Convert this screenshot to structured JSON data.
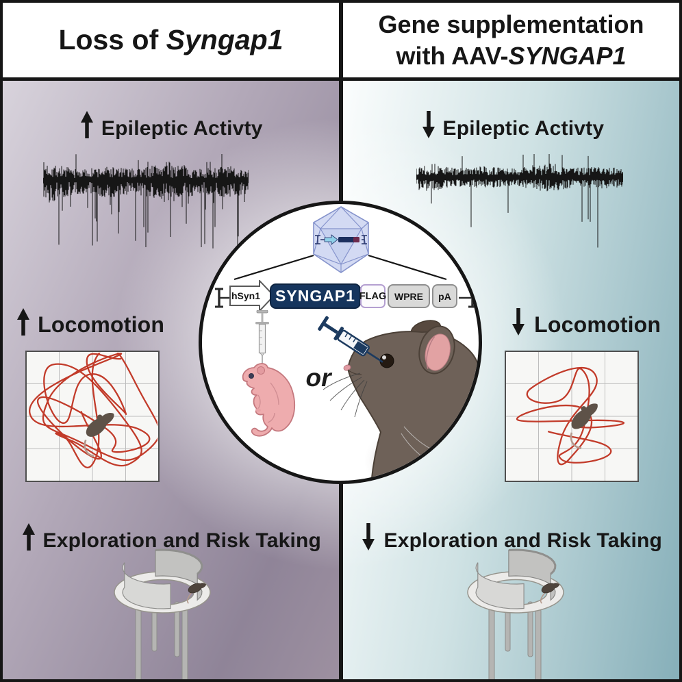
{
  "header": {
    "left": {
      "prefix": "Loss of ",
      "gene": "Syngap1"
    },
    "right": {
      "line1": "Gene supplementation",
      "line2_prefix": "with AAV-",
      "line2_gene": "SYNGAP1"
    }
  },
  "left_panel": {
    "epileptic": {
      "direction": "up",
      "label": "Epileptic Activty"
    },
    "locomotion": {
      "direction": "up",
      "label": "Locomotion"
    },
    "exploration": {
      "direction": "up",
      "label": "Exploration and Risk Taking"
    }
  },
  "right_panel": {
    "epileptic": {
      "direction": "down",
      "label": "Epileptic Activty"
    },
    "locomotion": {
      "direction": "down",
      "label": "Locomotion"
    },
    "exploration": {
      "direction": "down",
      "label": "Exploration and Risk Taking"
    }
  },
  "center": {
    "construct": {
      "promoter": "hSyn1",
      "gene": "SYNGAP1",
      "flag": "FLAG",
      "wpre": "WPRE",
      "pa": "pA"
    },
    "or_label": "or"
  },
  "icons": {
    "up_arrow": "increase-arrow-icon",
    "down_arrow": "decrease-arrow-icon",
    "capsid": "aav-capsid-icon",
    "syringe": "syringe-icon",
    "neonatal_mouse": "neonatal-mouse-icon",
    "adult_mouse": "adult-mouse-icon",
    "eeg": "eeg-trace",
    "open_field": "open-field-track",
    "zero_maze": "elevated-zero-maze-icon"
  },
  "colors": {
    "ink": "#161616",
    "left_bg_start": "#d8d3dc",
    "left_bg_end": "#8f8498",
    "right_bg_start": "#fbfdfd",
    "right_bg_end": "#86afb9",
    "trace_red": "#c23b2a",
    "gene_navy": "#16355d",
    "flag_purple": "#b49fd1",
    "capsid_blue": "#8593cc"
  }
}
